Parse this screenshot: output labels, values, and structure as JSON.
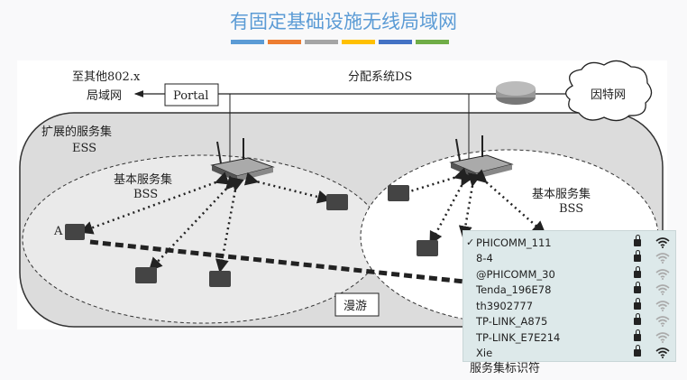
{
  "title": "有固定基础设施无线局域网",
  "accent_bars": [
    "#5b9bd5",
    "#ed7d31",
    "#a5a5a5",
    "#ffc000",
    "#4472c4",
    "#70ad47"
  ],
  "diagram": {
    "other_lan_line1": "至其他802.x",
    "other_lan_line2": "局域网",
    "portal": "Portal",
    "ds": "分配系统DS",
    "internet": "因特网",
    "ess_line1": "扩展的服务集",
    "ess_line2": "ESS",
    "bss_left_line1": "基本服务集",
    "bss_left_line2": "BSS",
    "bss_right_line1": "基本服务集",
    "bss_right_line2": "BSS",
    "station_a": "A",
    "roaming": "漫游"
  },
  "wifi_list": [
    {
      "ssid": "PHICOMM_111",
      "selected": true,
      "locked": true,
      "signal": "strong"
    },
    {
      "ssid": "8-4",
      "selected": false,
      "locked": true,
      "signal": "weak"
    },
    {
      "ssid": "@PHICOMM_30",
      "selected": false,
      "locked": true,
      "signal": "weak"
    },
    {
      "ssid": "Tenda_196E78",
      "selected": false,
      "locked": true,
      "signal": "weak"
    },
    {
      "ssid": "th3902777",
      "selected": false,
      "locked": true,
      "signal": "weak"
    },
    {
      "ssid": "TP-LINK_A875",
      "selected": false,
      "locked": true,
      "signal": "weak"
    },
    {
      "ssid": "TP-LINK_E7E214",
      "selected": false,
      "locked": true,
      "signal": "weak"
    },
    {
      "ssid": "Xie",
      "selected": false,
      "locked": true,
      "signal": "strong"
    }
  ],
  "check_mark": "✓",
  "caption": "服务集标识符"
}
